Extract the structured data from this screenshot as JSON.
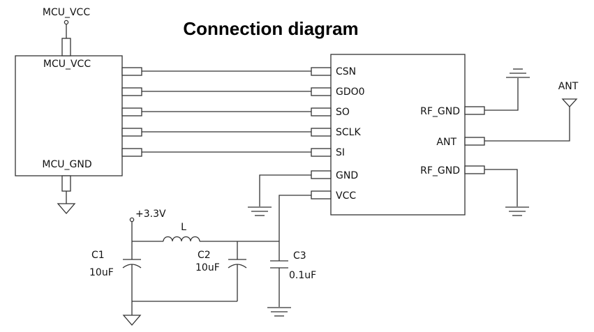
{
  "title": "Connection diagram",
  "mcu": {
    "vcc_top_label": "MCU_VCC",
    "vcc_label": "MCU_VCC",
    "gnd_label": "MCU_GND"
  },
  "rf": {
    "pins_left": [
      "CSN",
      "GDO0",
      "SO",
      "SCLK",
      "SI",
      "GND",
      "VCC"
    ],
    "pins_right": [
      "RF_GND",
      "ANT",
      "RF_GND"
    ]
  },
  "antenna_label": "ANT",
  "power": {
    "supply_label": "+3.3V",
    "inductor_label": "L",
    "c1_name": "C1",
    "c1_value": "10uF",
    "c2_name": "C2",
    "c2_value": "10uF",
    "c3_name": "C3",
    "c3_value": "0.1uF"
  }
}
